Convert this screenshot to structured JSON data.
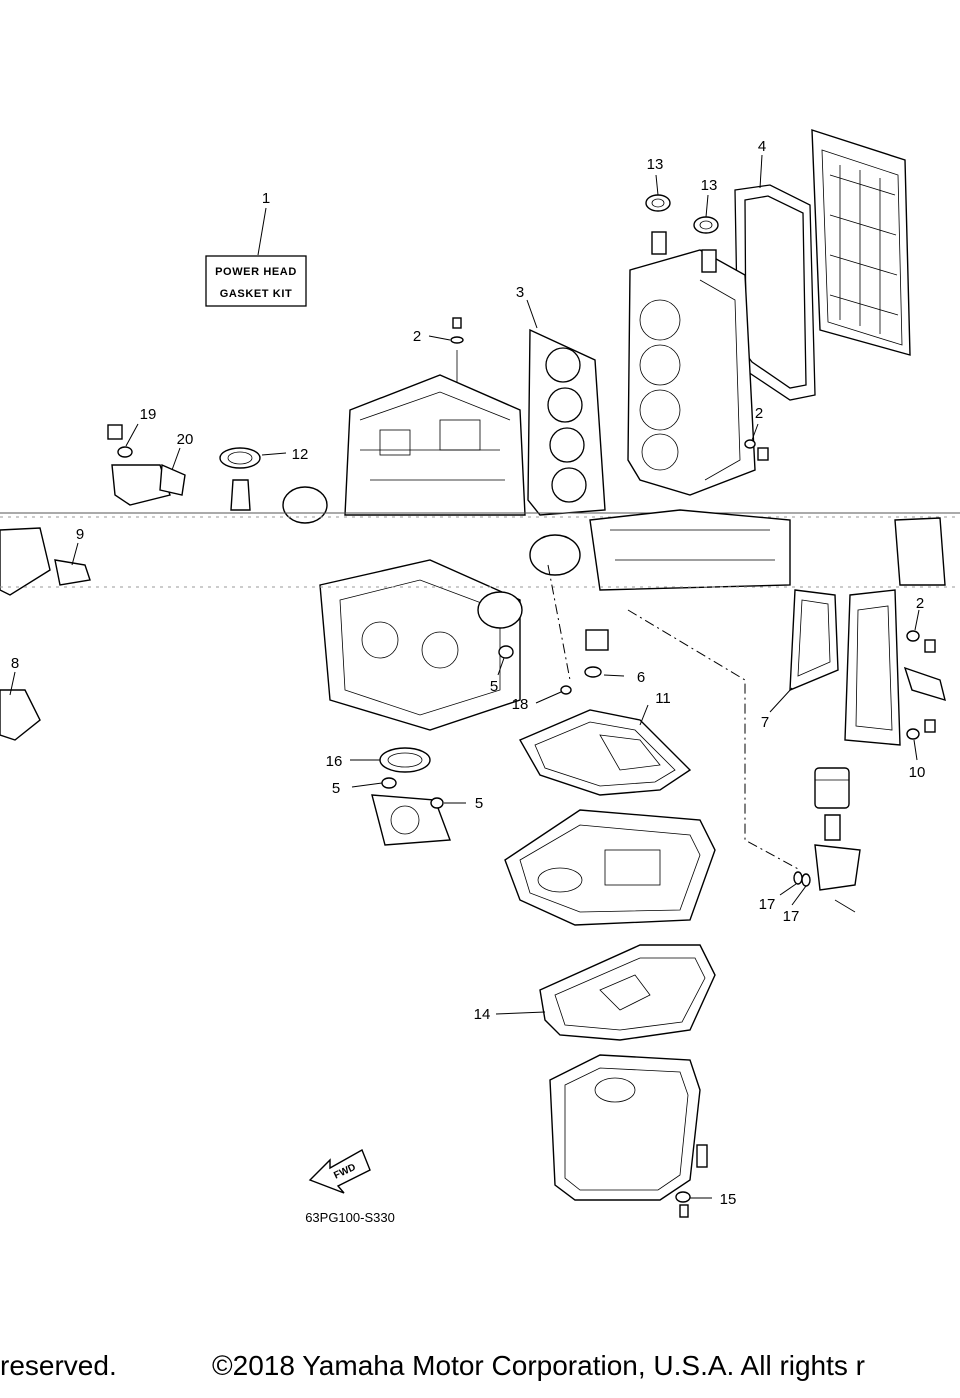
{
  "kit_label": {
    "line1": "POWER HEAD",
    "line2": "GASKET KIT"
  },
  "diagram_code": "63PG100-S330",
  "fwd_label": "FWD",
  "callouts": [
    "1",
    "2",
    "2",
    "2",
    "3",
    "4",
    "5",
    "5",
    "5",
    "6",
    "7",
    "8",
    "9",
    "10",
    "11",
    "12",
    "13",
    "13",
    "14",
    "15",
    "16",
    "17",
    "17",
    "18",
    "19",
    "20"
  ],
  "copyright_left": "reserved.",
  "copyright_main": "©2018 Yamaha Motor Corporation, U.S.A. All rights r"
}
